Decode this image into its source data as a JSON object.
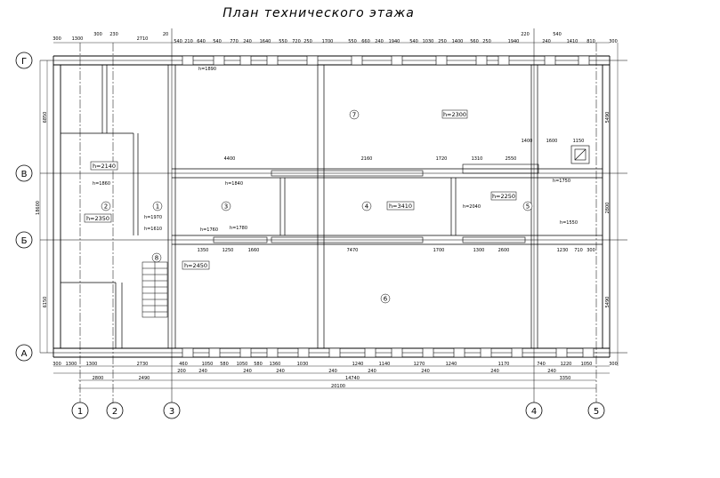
{
  "title": "План технического этажа",
  "axes": {
    "vertical": [
      "1",
      "2",
      "3",
      "4",
      "5"
    ],
    "horizontal": [
      "Г",
      "В",
      "Б",
      "А"
    ]
  },
  "rooms": [
    "1",
    "2",
    "3",
    "4",
    "5",
    "6",
    "7",
    "8"
  ],
  "level_labels": [
    "h=2300",
    "h=2140",
    "h=2350",
    "h=2450",
    "h=3410",
    "h=2250"
  ],
  "overall_dims": {
    "total": "20100",
    "seg_2800": "2800",
    "seg_2490": "2490",
    "seg_14740": "14740",
    "seg_3350": "3350",
    "left_total": "18600",
    "left_6850": "6850",
    "left_6150": "6150",
    "right_5490a": "5490",
    "right_5490b": "5490",
    "right_2800": "2800"
  },
  "top_dims": [
    "300",
    "1300",
    "300",
    "230",
    "2710",
    "20",
    "540",
    "210",
    "640",
    "540",
    "770",
    "240",
    "1640",
    "550",
    "720",
    "250",
    "1700",
    "550",
    "660",
    "240",
    "1940",
    "540",
    "1030",
    "250",
    "1400",
    "560",
    "250",
    "1940",
    "220",
    "240",
    "540",
    "1410",
    "810",
    "300"
  ],
  "bottom_dims": [
    "300",
    "1300",
    "1300",
    "2730",
    "460",
    "1050",
    "580",
    "1050",
    "580",
    "1360",
    "1030",
    "1240",
    "1140",
    "1270",
    "1240",
    "1170",
    "740",
    "1220",
    "1050",
    "300"
  ],
  "bottom_dims2": [
    "200",
    "240",
    "240",
    "240",
    "240",
    "240",
    "240",
    "240",
    "240"
  ],
  "mid_dims_b": [
    "4400",
    "2160",
    "1720",
    "1310",
    "2550",
    "1400",
    "1600",
    "1150"
  ],
  "mid_dims_bb": [
    "1350",
    "1250",
    "1660",
    "7470",
    "1700",
    "1300",
    "2600",
    "1230",
    "710",
    "300"
  ],
  "small_marks": [
    "h=1890",
    "h=1860",
    "h=1970",
    "h=1610",
    "h=1760",
    "h=1780",
    "h=1840",
    "h=2040",
    "h=1750",
    "h=1550"
  ]
}
